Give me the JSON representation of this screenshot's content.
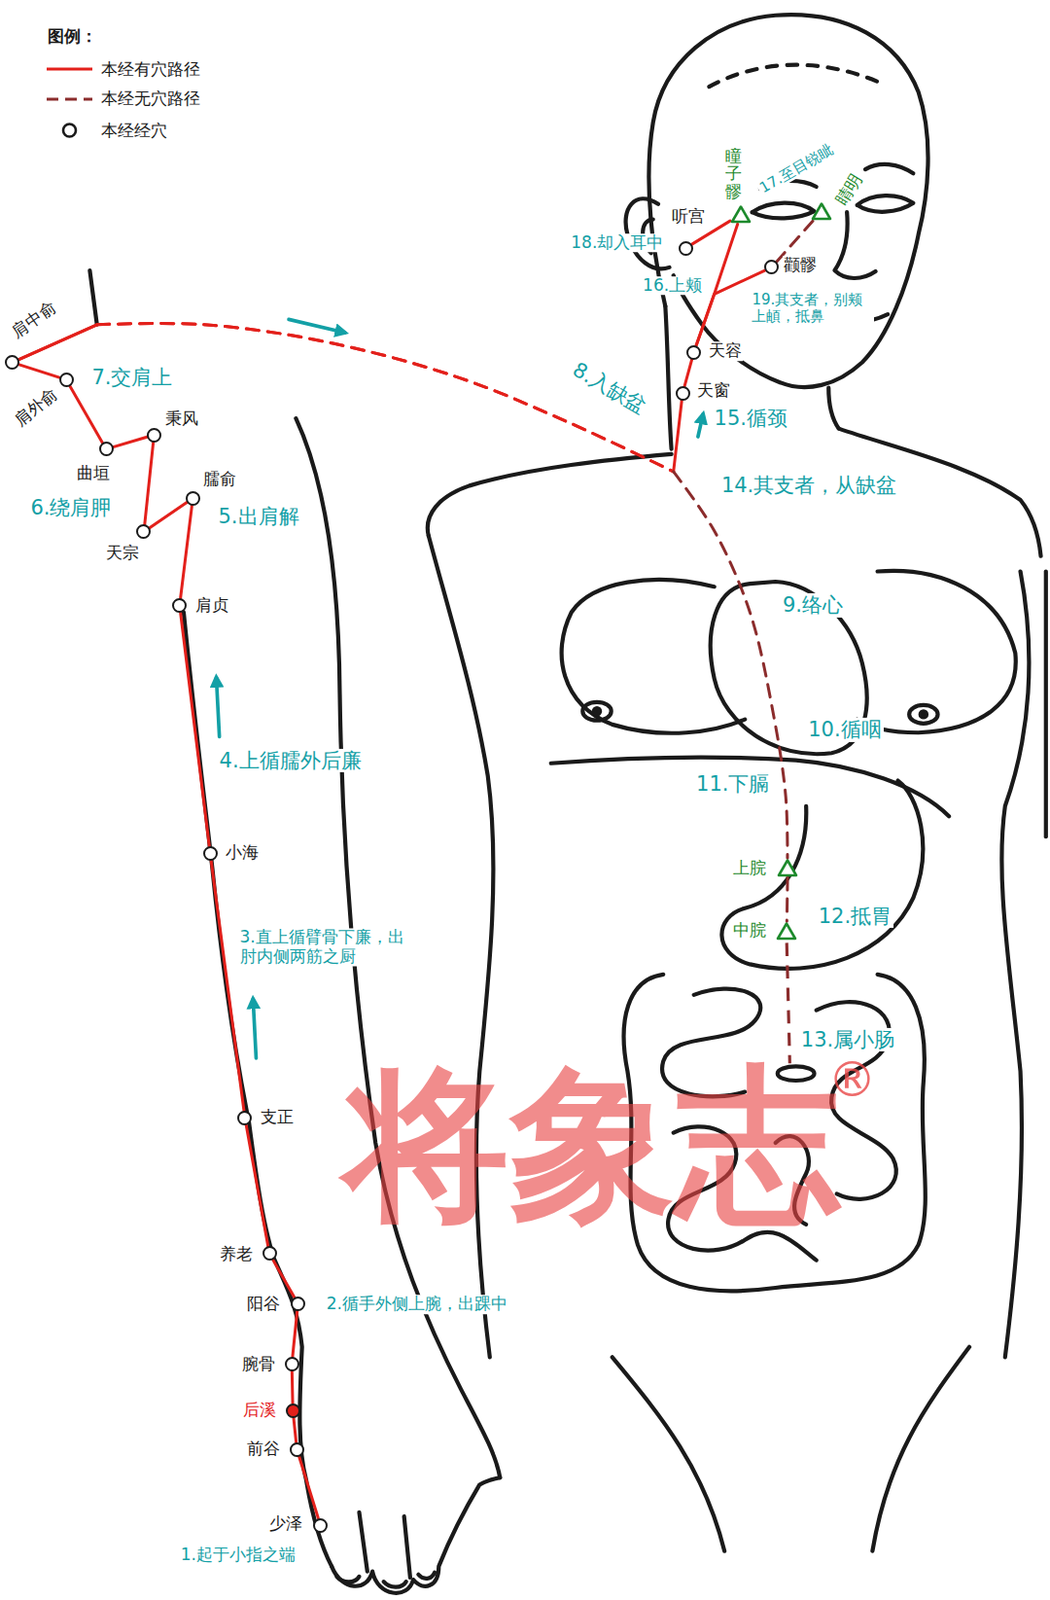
{
  "diagram": {
    "nodes": [
      {
        "text": [
          "少泽"
        ]
      },
      {
        "text": [
          "前谷"
        ]
      },
      {
        "text": [
          "后溪"
        ]
      },
      {
        "text": [
          "腕骨"
        ]
      },
      {
        "text": [
          "阳谷"
        ]
      },
      {
        "text": [
          "养老"
        ]
      },
      {
        "text": [
          "支正"
        ]
      },
      {
        "text": [
          "小海"
        ]
      },
      {
        "text": [
          "肩贞"
        ]
      },
      {
        "text": [
          "臑俞"
        ]
      },
      {
        "text": [
          "天宗"
        ]
      },
      {
        "text": [
          "秉风"
        ]
      },
      {
        "text": [
          "曲垣"
        ]
      },
      {
        "text": [
          "肩外俞"
        ]
      },
      {
        "text": [
          "肩中俞"
        ]
      },
      {
        "text": [
          "上脘"
        ]
      },
      {
        "text": [
          "中脘"
        ]
      },
      {
        "text": [
          "天窗"
        ]
      },
      {
        "text": [
          "天容"
        ]
      },
      {
        "text": [
          "瞳子髎"
        ]
      },
      {
        "text": [
          "听宫"
        ]
      },
      {
        "text": [
          "颧髎"
        ]
      },
      {
        "text": [
          "睛明"
        ]
      }
    ],
    "edges": [
      {
        "from": 0,
        "to": 1,
        "arrow": "none"
      },
      {
        "from": 1,
        "to": 2,
        "arrow": "none"
      },
      {
        "from": 2,
        "to": 3,
        "arrow": "none"
      },
      {
        "from": 3,
        "to": 4,
        "arrow": "none"
      },
      {
        "from": 4,
        "to": 5,
        "arrow": "none"
      },
      {
        "from": 5,
        "to": 6,
        "arrow": "none"
      },
      {
        "from": 6,
        "to": 7,
        "arrow": "none"
      },
      {
        "from": 7,
        "to": 8,
        "arrow": "none"
      },
      {
        "from": 8,
        "to": 9,
        "arrow": "none"
      },
      {
        "from": 9,
        "to": 10,
        "arrow": "none"
      },
      {
        "from": 10,
        "to": 11,
        "arrow": "none"
      },
      {
        "from": 11,
        "to": 12,
        "arrow": "none"
      },
      {
        "from": 12,
        "to": 13,
        "arrow": "none"
      },
      {
        "from": 13,
        "to": 14,
        "arrow": "none"
      },
      {
        "from": 14,
        "to": 17,
        "arrow": "none"
      },
      {
        "from": 14,
        "to": 15,
        "arrow": "none"
      },
      {
        "from": 15,
        "to": 16,
        "arrow": "none"
      },
      {
        "from": 17,
        "to": 18,
        "arrow": "none"
      },
      {
        "from": 18,
        "to": 19,
        "arrow": "none"
      },
      {
        "from": 19,
        "to": 20,
        "arrow": "none"
      },
      {
        "from": 18,
        "to": 21,
        "arrow": "none"
      },
      {
        "from": 21,
        "to": 22,
        "arrow": "none"
      }
    ],
    "labels": [
      "图例：",
      "1.起于小指之端",
      "2.循手外侧上腕，出踝中",
      "3.直上循臂骨下廉，出 肘内侧两筋之厨",
      "4.上循臑外后廉",
      "5.出肩解",
      "6.绕肩胛",
      "7.交肩上",
      "8.入缺盆",
      "9.络心",
      "10.循咽",
      "11.下膈",
      "12.抵胃",
      "13.属小肠",
      "14.其支者，从缺盆",
      "15.循颈",
      "16.上颊",
      "17.至目锐眦",
      "18.却入耳中",
      "19.其支者，别颊 上頔，抵鼻",
      "将象志",
      "®"
    ],
    "legend": [
      {
        "text": "本经有穴路径"
      },
      {
        "text": "本经无穴路径"
      },
      {
        "text": "本经经穴"
      }
    ]
  }
}
